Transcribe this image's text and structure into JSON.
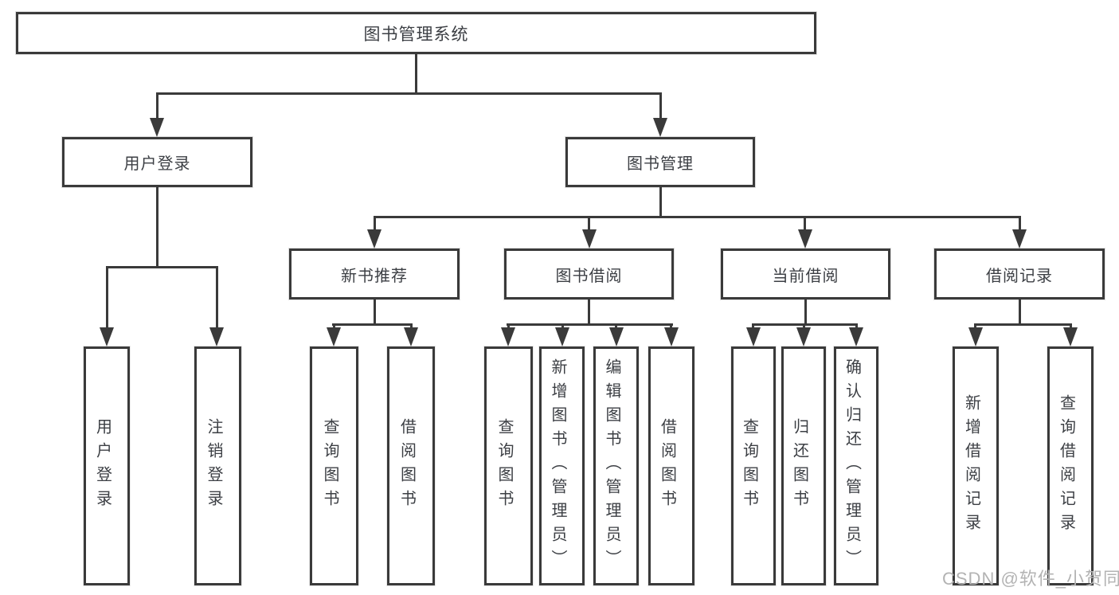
{
  "diagram": {
    "root": {
      "label": "图书管理系统"
    },
    "branches": {
      "user_login": {
        "label": "用户登录",
        "children": [
          "用户登录",
          "注销登录"
        ]
      },
      "book_management": {
        "label": "图书管理",
        "children": {
          "new_book_recommend": {
            "label": "新书推荐",
            "children": [
              "查询图书",
              "借阅图书"
            ]
          },
          "book_borrow": {
            "label": "图书借阅",
            "children": [
              "查询图书",
              "新增图书（管理员）",
              "编辑图书（管理员）",
              "借阅图书"
            ]
          },
          "current_borrow": {
            "label": "当前借阅",
            "children": [
              "查询图书",
              "归还图书",
              "确认归还（管理员）"
            ]
          },
          "borrow_records": {
            "label": "借阅记录",
            "children": [
              "新增借阅记录",
              "查询借阅记录"
            ]
          }
        }
      }
    }
  },
  "watermark": {
    "text": "CSDN @软件_小贺同学"
  },
  "colors": {
    "line": "#3a3a3a",
    "text": "#3c3f44",
    "watermark": "#b3b3b3",
    "background": "#ffffff"
  }
}
